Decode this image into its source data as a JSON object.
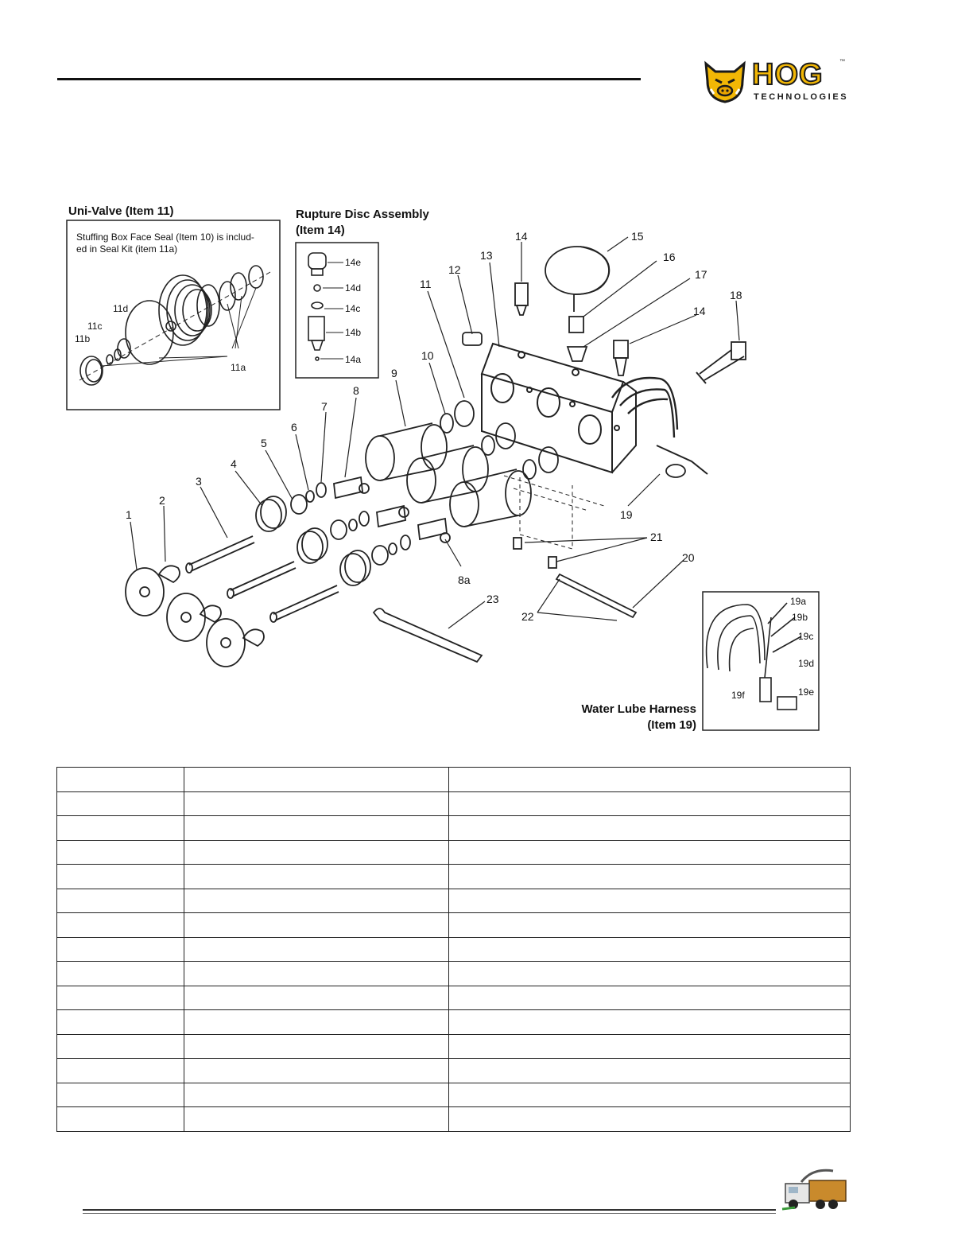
{
  "brand": {
    "name": "HOG",
    "tagline": "TECHNOLOGIES",
    "trademark": "™"
  },
  "diagram": {
    "univalve_title": "Uni-Valve (Item 11)",
    "univalve_note_line1": "Stuffing Box Face Seal (Item 10) is includ-",
    "univalve_note_line2": "ed in Seal Kit (item 11a)",
    "rupture_title_line1": "Rupture Disc Assembly",
    "rupture_title_line2": "(Item 14)",
    "harness_title_line1": "Water Lube Harness",
    "harness_title_line2": "(Item 19)",
    "callouts": {
      "n1": "1",
      "n2": "2",
      "n3": "3",
      "n4": "4",
      "n5": "5",
      "n6": "6",
      "n7": "7",
      "n8": "8",
      "n8a": "8a",
      "n9": "9",
      "n10": "10",
      "n11": "11",
      "n12": "12",
      "n13": "13",
      "n14": "14",
      "n15": "15",
      "n16": "16",
      "n17": "17",
      "n18": "18",
      "n19": "19",
      "n20": "20",
      "n21": "21",
      "n22": "22",
      "n23": "23",
      "n11a": "11a",
      "n11b": "11b",
      "n11c": "11c",
      "n11d": "11d",
      "n14a": "14a",
      "n14b": "14b",
      "n14c": "14c",
      "n14d": "14d",
      "n14e": "14e",
      "n19a": "19a",
      "n19b": "19b",
      "n19c": "19c",
      "n19d": "19d",
      "n19e": "19e",
      "n19f": "19f"
    }
  },
  "table": {
    "rows": [
      [
        "",
        "",
        ""
      ],
      [
        "",
        "",
        ""
      ],
      [
        "",
        "",
        ""
      ],
      [
        "",
        "",
        ""
      ],
      [
        "",
        "",
        ""
      ],
      [
        "",
        "",
        ""
      ],
      [
        "",
        "",
        ""
      ],
      [
        "",
        "",
        ""
      ],
      [
        "",
        "",
        ""
      ],
      [
        "",
        "",
        ""
      ],
      [
        "",
        "",
        ""
      ],
      [
        "",
        "",
        ""
      ],
      [
        "",
        "",
        ""
      ],
      [
        "",
        "",
        ""
      ],
      [
        "",
        "",
        ""
      ]
    ]
  },
  "colors": {
    "brand_yellow": "#f2b705",
    "ink": "#111111"
  }
}
